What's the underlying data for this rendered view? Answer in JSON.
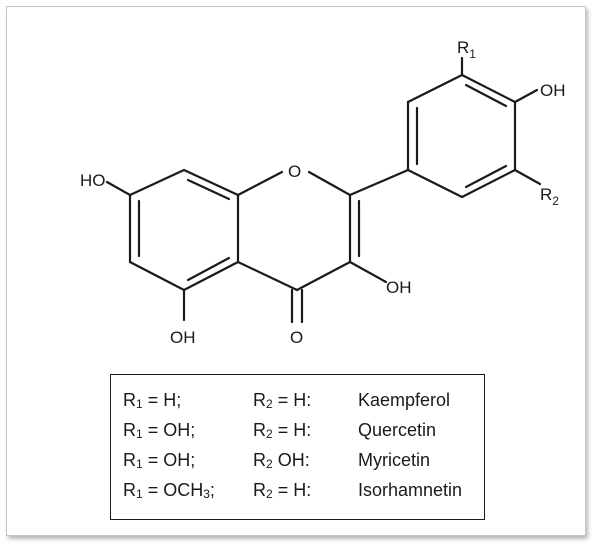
{
  "molecule": {
    "atoms": {
      "r1": "R1",
      "oh_para": "OH",
      "r2": "R2",
      "ho_7": "HO",
      "o_ring": "O",
      "oh_3": "OH",
      "oh_5": "OH",
      "o_keto": "O"
    }
  },
  "legend": {
    "rows": [
      {
        "r1": "OCH",
        "r1_sub": "3",
        "sep": ";",
        "r2": "= H:",
        "name": "Isorhamnetin"
      },
      {
        "r1": "= H;",
        "r2": "= H:",
        "name": "Kaempferol"
      },
      {
        "r1": "= OH;",
        "r2": "= H:",
        "name": "Quercetin"
      },
      {
        "r1": "= OH;",
        "r2": "OH:",
        "name": "Myricetin"
      }
    ],
    "r1_letter": "R",
    "r1_index": "1",
    "r2_letter": "R",
    "r2_index": "2"
  }
}
